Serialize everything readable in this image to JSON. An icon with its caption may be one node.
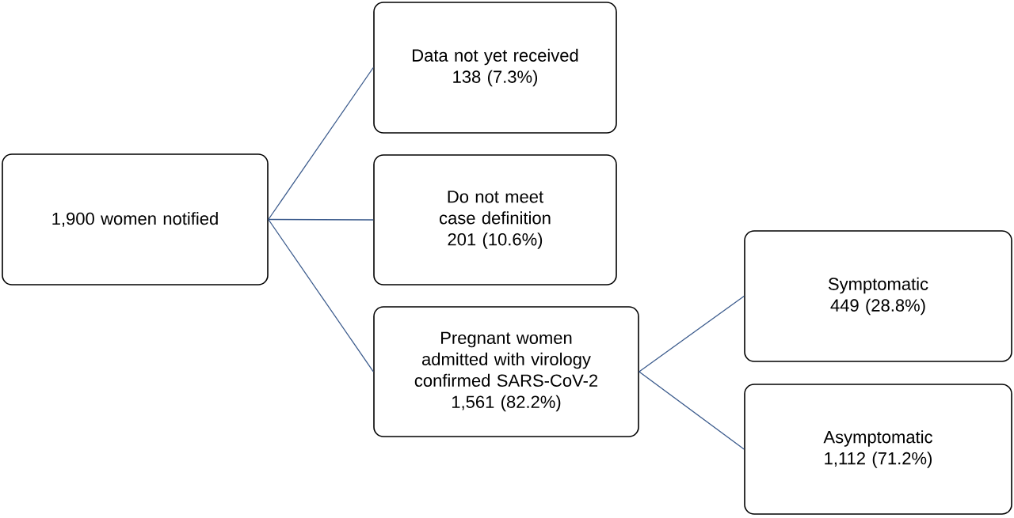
{
  "diagram": {
    "nodes": [
      {
        "text": [
          "1,900 women notified"
        ]
      },
      {
        "text": [
          "Data not yet received",
          "138 (7.3%)"
        ]
      },
      {
        "text": [
          "Do not meet case definition",
          "201 (10.6%)"
        ]
      },
      {
        "text": [
          "Pregnant women admitted with virology confirmed SARS-CoV-2",
          "1,561 (82.2%)"
        ]
      },
      {
        "text": [
          "Symptomatic",
          "449 (28.8%)"
        ]
      },
      {
        "text": [
          "Asymptomatic",
          "1,112 (71.2%)"
        ]
      }
    ],
    "edges": [
      {
        "from": 0,
        "to": 1,
        "arrow": "none"
      },
      {
        "from": 0,
        "to": 2,
        "arrow": "none"
      },
      {
        "from": 0,
        "to": 3,
        "arrow": "none"
      },
      {
        "from": 3,
        "to": 4,
        "arrow": "none"
      },
      {
        "from": 3,
        "to": 5,
        "arrow": "none"
      }
    ]
  }
}
